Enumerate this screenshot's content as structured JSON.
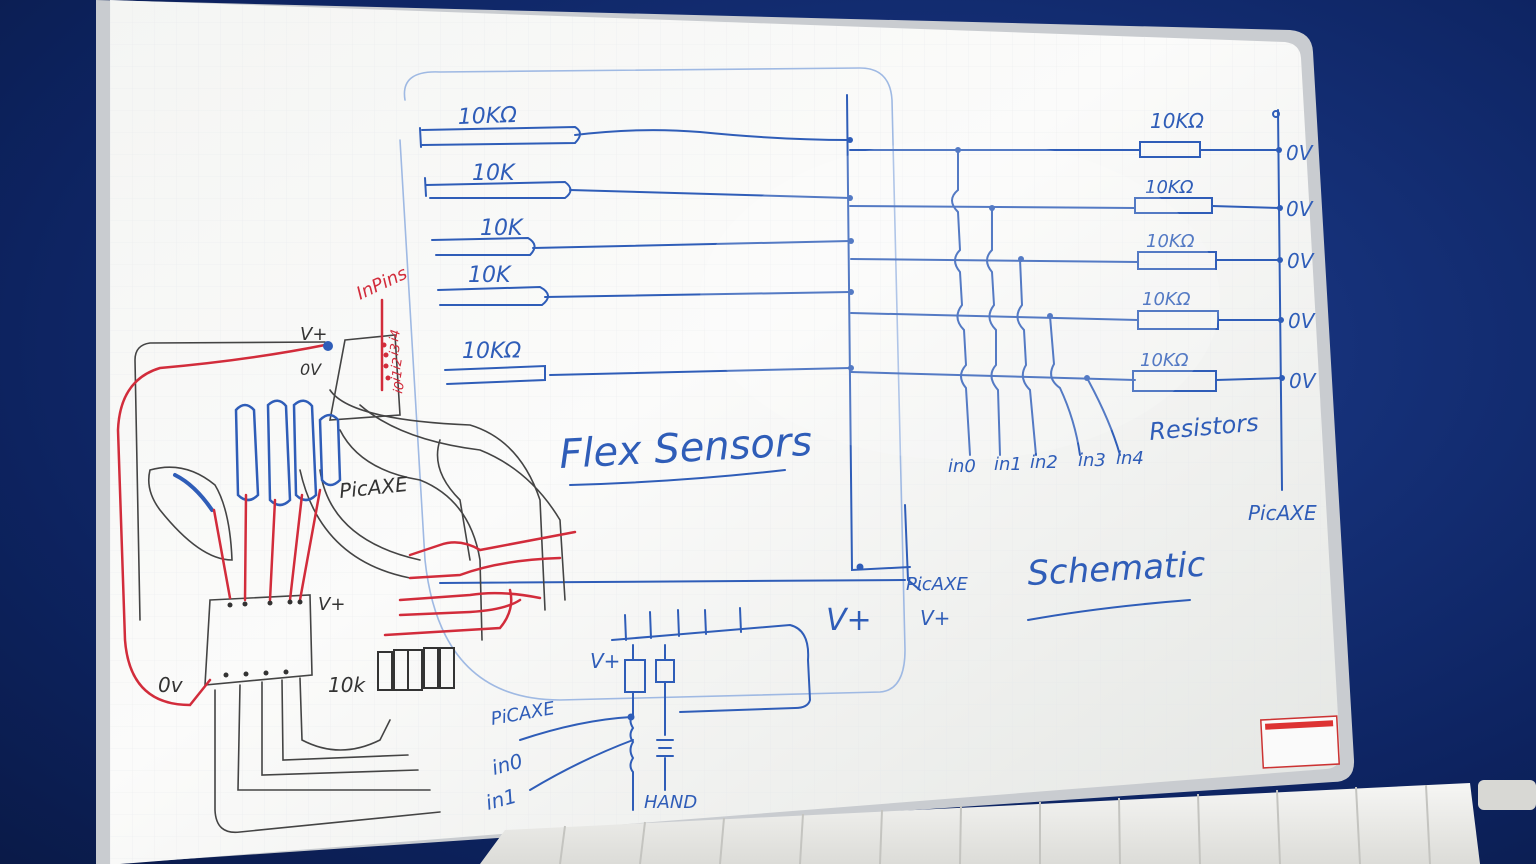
{
  "board": {
    "title_flex": "Flex Sensors",
    "title_schematic": "Schematic",
    "label_resistors": "Resistors",
    "label_input_pins": "InPins",
    "label_picaxe_right": "PicAXE",
    "label_picaxe_bottom": "PicAXE",
    "label_picaxe_left": "PicAXE",
    "label_picaxe_diagram": "PiCAXE",
    "label_vplus_main": "V+",
    "label_vplus_small": "V+",
    "label_vplus_left": "V+",
    "label_vplus_chip": "V+",
    "label_vplus_bottom": "V+",
    "label_0v_left": "0V",
    "label_0v_chip": "0v",
    "label_10k_chip": "10k",
    "label_hand": "HAND",
    "label_in0_bottom": "in0",
    "label_in1_bottom": "in1"
  },
  "sensors": [
    {
      "label": "10KΩ"
    },
    {
      "label": "10K"
    },
    {
      "label": "10K"
    },
    {
      "label": "10K"
    },
    {
      "label": "10KΩ"
    }
  ],
  "resistors": [
    {
      "label": "10KΩ",
      "gnd": "0V"
    },
    {
      "label": "10KΩ",
      "gnd": "0V"
    },
    {
      "label": "10KΩ",
      "gnd": "0V"
    },
    {
      "label": "10KΩ",
      "gnd": "0V"
    },
    {
      "label": "10KΩ",
      "gnd": "0V"
    }
  ],
  "inputs": [
    "in0",
    "in1",
    "in2",
    "in3",
    "in4"
  ],
  "pin_labels": [
    "i4",
    "i3",
    "i2",
    "i1",
    "i0"
  ],
  "colors": {
    "wall": "#0d2360",
    "board": "#f2f3f1",
    "marker_blue": "#2f5db8",
    "marker_red": "#d22c3b",
    "marker_black": "#333333"
  }
}
